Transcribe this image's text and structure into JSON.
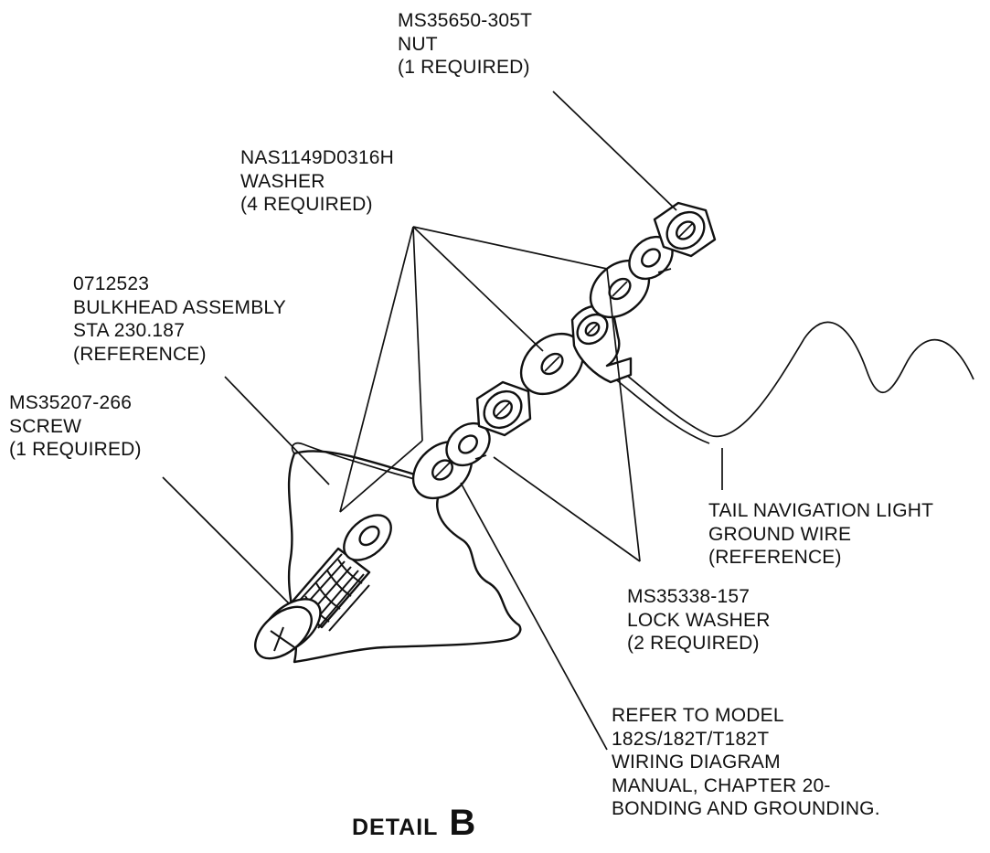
{
  "labels": {
    "nut": [
      "MS35650-305T",
      "NUT",
      "(1 REQUIRED)"
    ],
    "washer": [
      "NAS1149D0316H",
      "WASHER",
      "(4 REQUIRED)"
    ],
    "bulkhead": [
      "0712523",
      "BULKHEAD ASSEMBLY",
      "STA 230.187",
      "(REFERENCE)"
    ],
    "screw": [
      "MS35207-266",
      "SCREW",
      "(1 REQUIRED)"
    ],
    "ground_wire": [
      "TAIL NAVIGATION LIGHT",
      "GROUND WIRE",
      "(REFERENCE)"
    ],
    "lock_washer": [
      "MS35338-157",
      "LOCK WASHER",
      "(2 REQUIRED)"
    ],
    "reference_note": [
      "REFER TO MODEL",
      "182S/182T/T182T",
      "WIRING DIAGRAM",
      "MANUAL, CHAPTER 20-",
      "BONDING AND GROUNDING."
    ]
  },
  "detail": {
    "word": "DETAIL",
    "letter": "B"
  }
}
